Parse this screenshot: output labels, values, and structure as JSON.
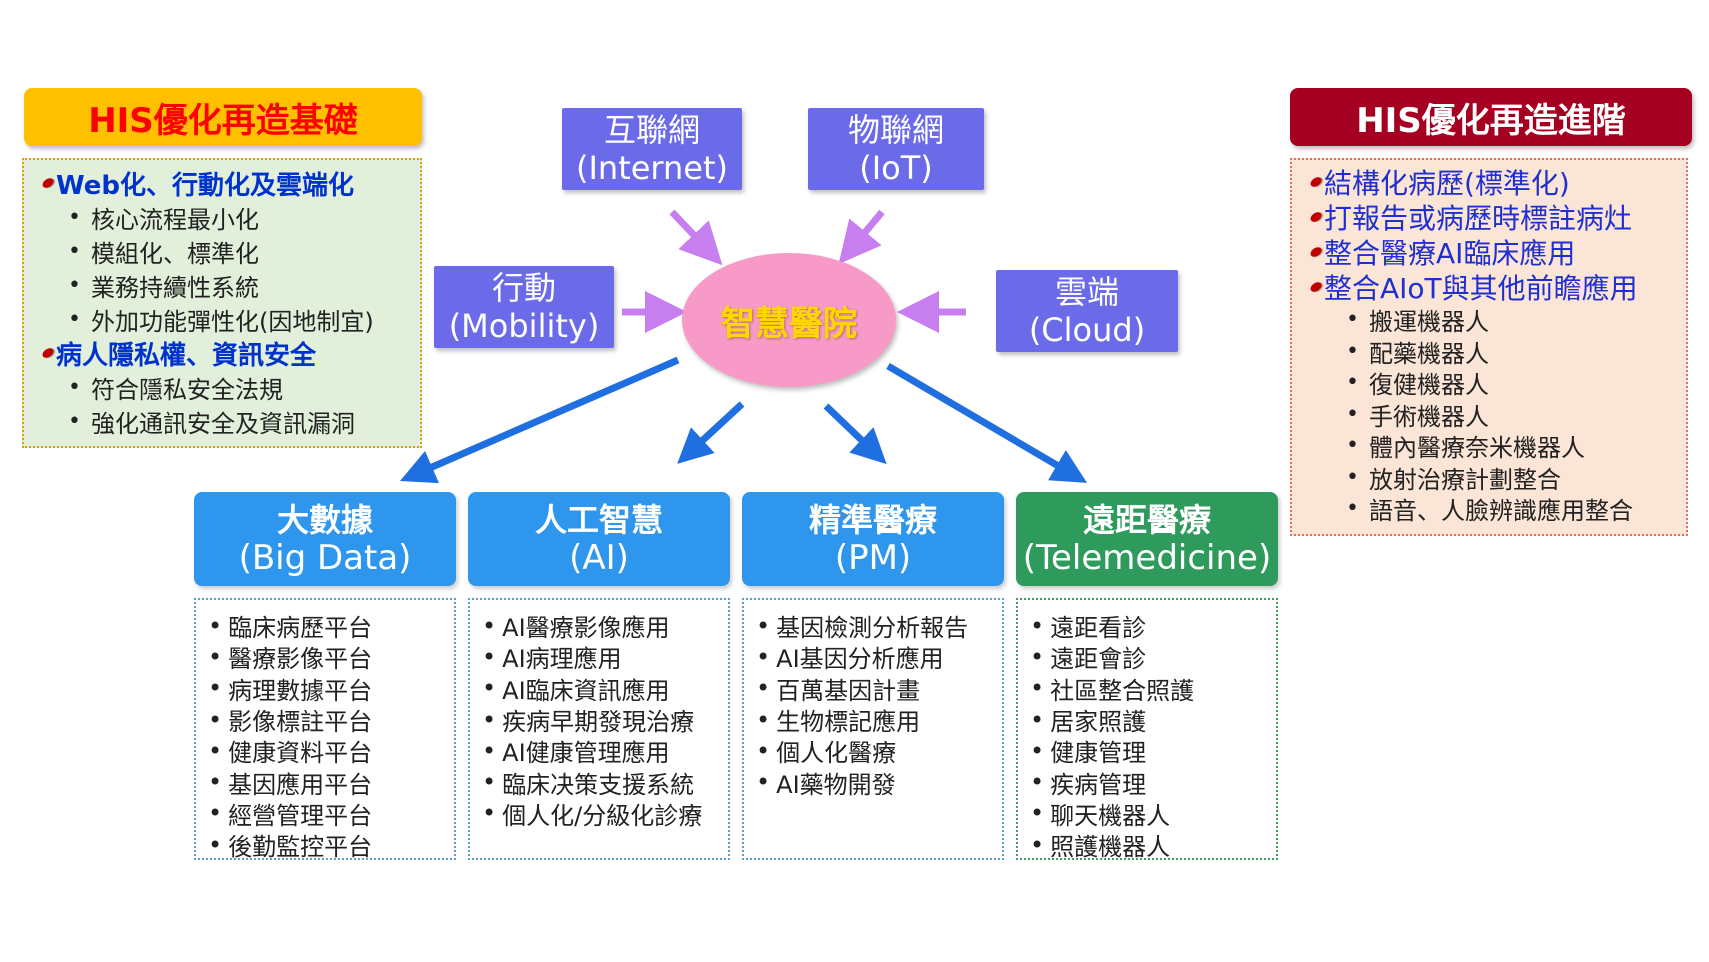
{
  "left_panel": {
    "title": "HIS優化再造基礎",
    "sections": [
      {
        "heading": "Web化、行動化及雲端化",
        "items": [
          "核心流程最小化",
          "模組化、標準化",
          "業務持續性系統",
          "外加功能彈性化(因地制宜)"
        ]
      },
      {
        "heading": "病人隱私權、資訊安全",
        "items": [
          "符合隱私安全法規",
          "強化通訊安全及資訊漏洞"
        ]
      }
    ]
  },
  "right_panel": {
    "title": "HIS優化再造進階",
    "items": [
      "結構化病歷(標準化)",
      "打報告或病歷時標註病灶",
      "整合醫療AI臨床應用",
      "整合AIoT與其他前瞻應用"
    ],
    "sub_items": [
      "搬運機器人",
      "配藥機器人",
      "復健機器人",
      "手術機器人",
      "體內醫療奈米機器人",
      "放射治療計劃整合",
      "語音、人臉辨識應用整合"
    ]
  },
  "center": {
    "label": "智慧醫院"
  },
  "inputs": [
    {
      "line1": "互聯網",
      "line2": "(Internet)"
    },
    {
      "line1": "物聯網",
      "line2": "(IoT)"
    },
    {
      "line1": "行動",
      "line2": "(Mobility)"
    },
    {
      "line1": "雲端",
      "line2": "(Cloud)"
    }
  ],
  "categories": [
    {
      "title": "大數據",
      "subtitle": "(Big Data)",
      "color": "#2e96ec",
      "items": [
        "臨床病歷平台",
        "醫療影像平台",
        "病理數據平台",
        "影像標註平台",
        "健康資料平台",
        "基因應用平台",
        "經營管理平台",
        "後勤監控平台"
      ]
    },
    {
      "title": "人工智慧",
      "subtitle": "(AI)",
      "color": "#2e96ec",
      "items": [
        "AI醫療影像應用",
        "AI病理應用",
        "AI臨床資訊應用",
        "疾病早期發現治療",
        "AI健康管理應用",
        "臨床决策支援系統",
        "個人化/分級化診療"
      ]
    },
    {
      "title": "精準醫療",
      "subtitle": "(PM)",
      "color": "#2e96ec",
      "items": [
        "基因檢測分析報告",
        "AI基因分析應用",
        "百萬基因計畫",
        "生物標記應用",
        "個人化醫療",
        "AI藥物開發"
      ]
    },
    {
      "title": "遠距醫療",
      "subtitle": "(Telemedicine)",
      "color": "#2e9a5c",
      "items": [
        "遠距看診",
        "遠距會診",
        "社區整合照護",
        "居家照護",
        "健康管理",
        "疾病管理",
        "聊天機器人",
        "照護機器人"
      ]
    }
  ],
  "colors": {
    "arrow_in": "#c77ff0",
    "arrow_out": "#1f6fe0",
    "node": "#6b6bea",
    "center": "#f79ac7"
  }
}
